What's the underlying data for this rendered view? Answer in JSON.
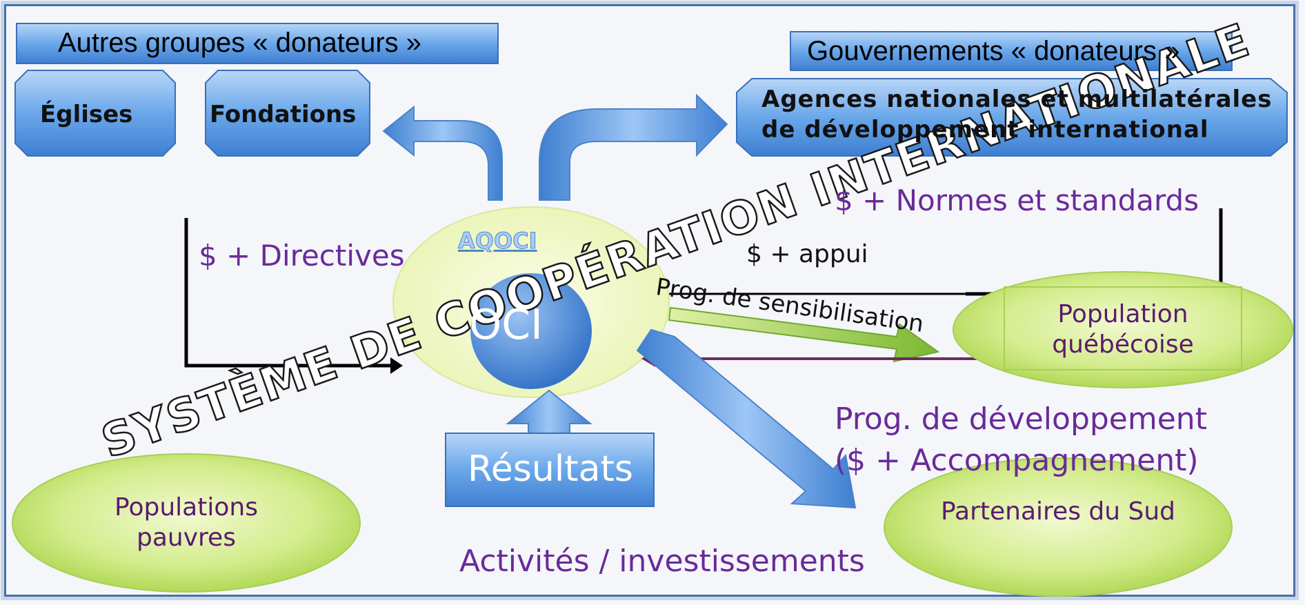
{
  "groups": {
    "autres_title": "Autres groupes « donateurs »",
    "eglises": "Églises",
    "fondations": "Fondations",
    "gouv_title": "Gouvernements « donateurs »",
    "agences": "Agences nationales et multilatérales de développement international"
  },
  "flows": {
    "normes": "$ + Normes et standards",
    "directives": "$ + Directives",
    "appui": "$ + appui",
    "sensibilisation": "Prog. de sensibilisation",
    "prog_dev": "Prog. de développement",
    "accompagnement": "($ + Accompagnement)",
    "activites": "Activités / investissements"
  },
  "center": {
    "aqoci": "AQOCI",
    "ocis": "OCI",
    "resultats": "Résultats"
  },
  "populations": {
    "quebecoise": "Population québécoise",
    "pauvres": "Populations pauvres",
    "partenaires": "Partenaires du Sud"
  },
  "watermark": "SYSTÈME DE COOPÉRATION INTERNATIONALE",
  "colors": {
    "box_blue": "#5b9be0",
    "ellipse_green": "#c7e67c",
    "purple_text": "#6a2a9a",
    "arrow_green": "#8fc640",
    "arrow_purple": "#6b2c5e"
  }
}
